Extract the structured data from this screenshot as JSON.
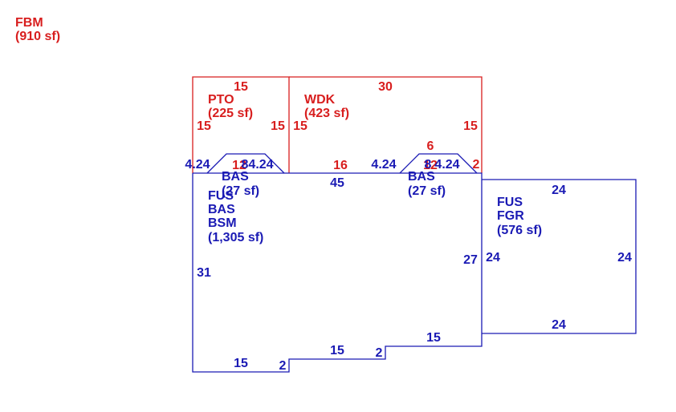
{
  "colors": {
    "red": "#d81e1e",
    "blue": "#1a1ab4",
    "background": "#ffffff"
  },
  "fbm": {
    "line1": "FBM",
    "line2": "(910 sf)"
  },
  "pto": {
    "line1": "PTO",
    "line2": "(225 sf)",
    "dims": {
      "top": "15",
      "left": "15",
      "right": "15"
    }
  },
  "wdk": {
    "line1": "WDK",
    "line2": "(423 sf)",
    "dims": {
      "top": "30",
      "left": "15",
      "right": "15",
      "bottom": "16",
      "notch": "6",
      "side": "2"
    }
  },
  "bay_left": {
    "line1": "BAS",
    "line2": "(27 sf)",
    "dims": {
      "left": "4.24",
      "mid": "8",
      "mid_red": "12",
      "right": "4.24"
    }
  },
  "bay_right": {
    "line1": "BAS",
    "line2": "(27 sf)",
    "dims": {
      "left": "4.24",
      "mid": "8",
      "mid_red": "12",
      "right": "4.24"
    }
  },
  "main": {
    "line1": "FUS",
    "line2": "BAS",
    "line3": "BSM",
    "line4": "(1,305 sf)",
    "dims": {
      "top": "45",
      "left": "31",
      "right": "27",
      "bottom_left": "15",
      "step1": "2",
      "bottom_mid": "15",
      "step2": "2",
      "bottom_right": "15"
    }
  },
  "garage": {
    "line1": "FUS",
    "line2": "FGR",
    "line3": "(576 sf)",
    "dims": {
      "top": "24",
      "left": "24",
      "right": "24",
      "bottom": "24"
    }
  }
}
